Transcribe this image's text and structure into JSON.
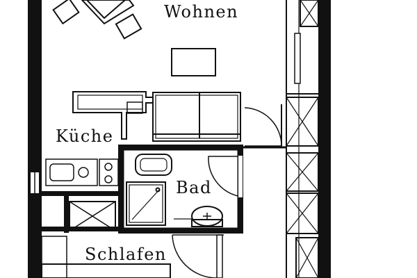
{
  "rooms": {
    "wohnen": "Wohnen",
    "kueche": "Küche",
    "bad": "Bad",
    "schlafen": "Schlafen"
  },
  "colors": {
    "ink": "#111111",
    "paper": "#ffffff"
  }
}
